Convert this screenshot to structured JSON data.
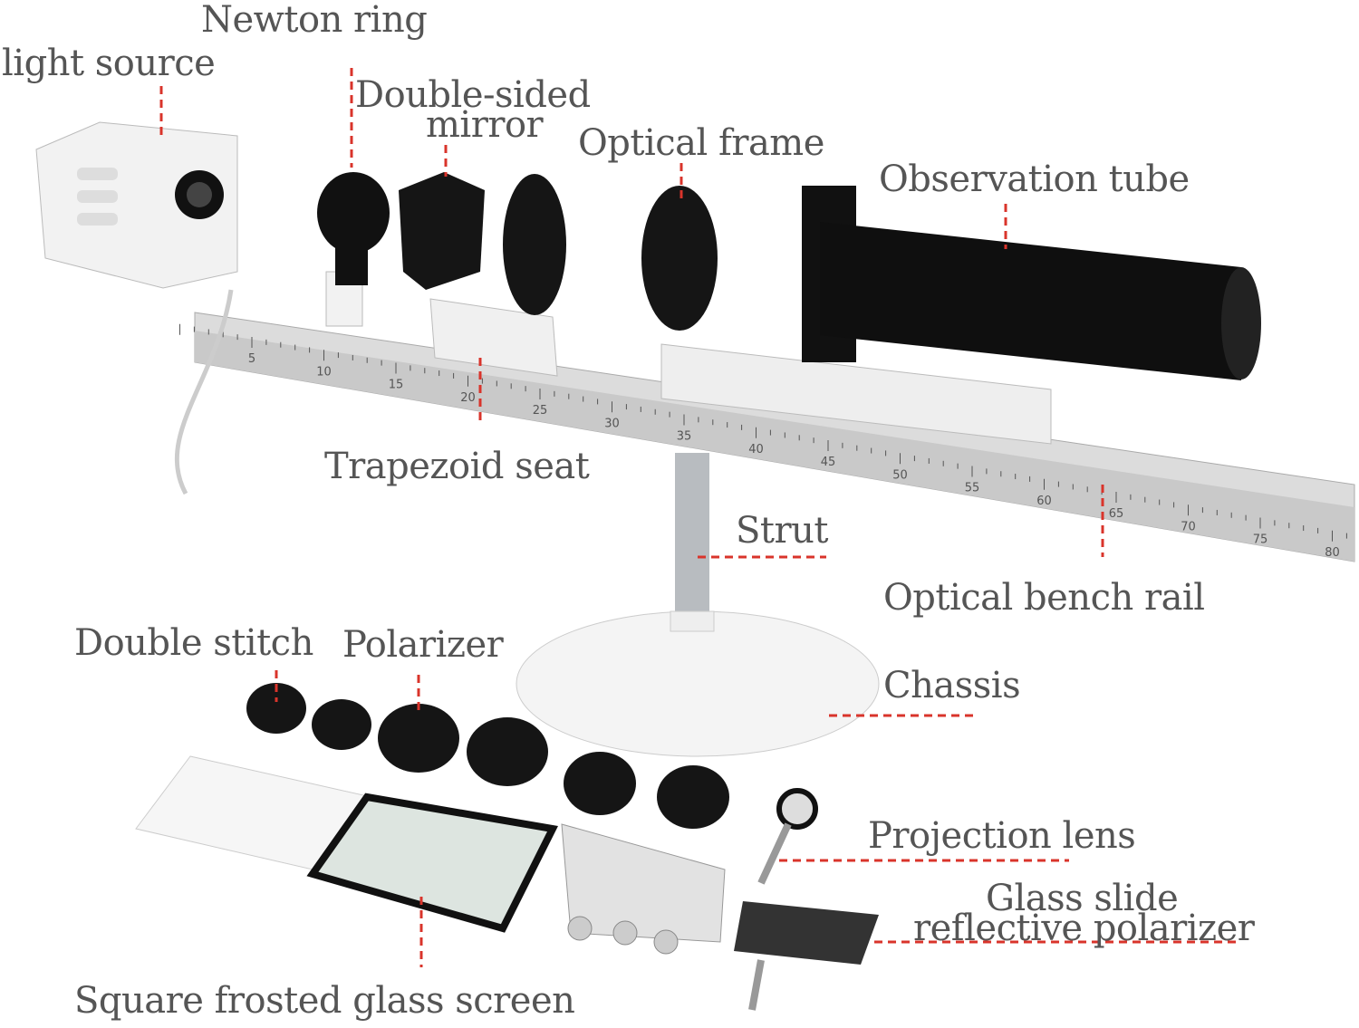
{
  "labels": {
    "newton_ring": "Newton ring",
    "light_source": "light source",
    "double_sided_mirror_1": "Double-sided",
    "double_sided_mirror_2": "mirror",
    "optical_frame": "Optical frame",
    "observation_tube": "Observation tube",
    "trapezoid_seat": "Trapezoid seat",
    "strut": "Strut",
    "optical_bench_rail": "Optical bench rail",
    "double_stitch": "Double stitch",
    "polarizer": "Polarizer",
    "chassis": "Chassis",
    "projection_lens": "Projection lens",
    "glass_slide_1": "Glass slide",
    "glass_slide_2": "reflective polarizer",
    "square_frosted_glass_screen": "Square frosted glass screen"
  },
  "ruler": {
    "labels": [
      5,
      10,
      15,
      20,
      25,
      30,
      35,
      40,
      45,
      50,
      55,
      60,
      65,
      70,
      75,
      80
    ]
  },
  "colors": {
    "label_text": "#555555",
    "leader_line": "#d9342b",
    "metal": "#d9d9d9",
    "black_part": "#141414"
  }
}
